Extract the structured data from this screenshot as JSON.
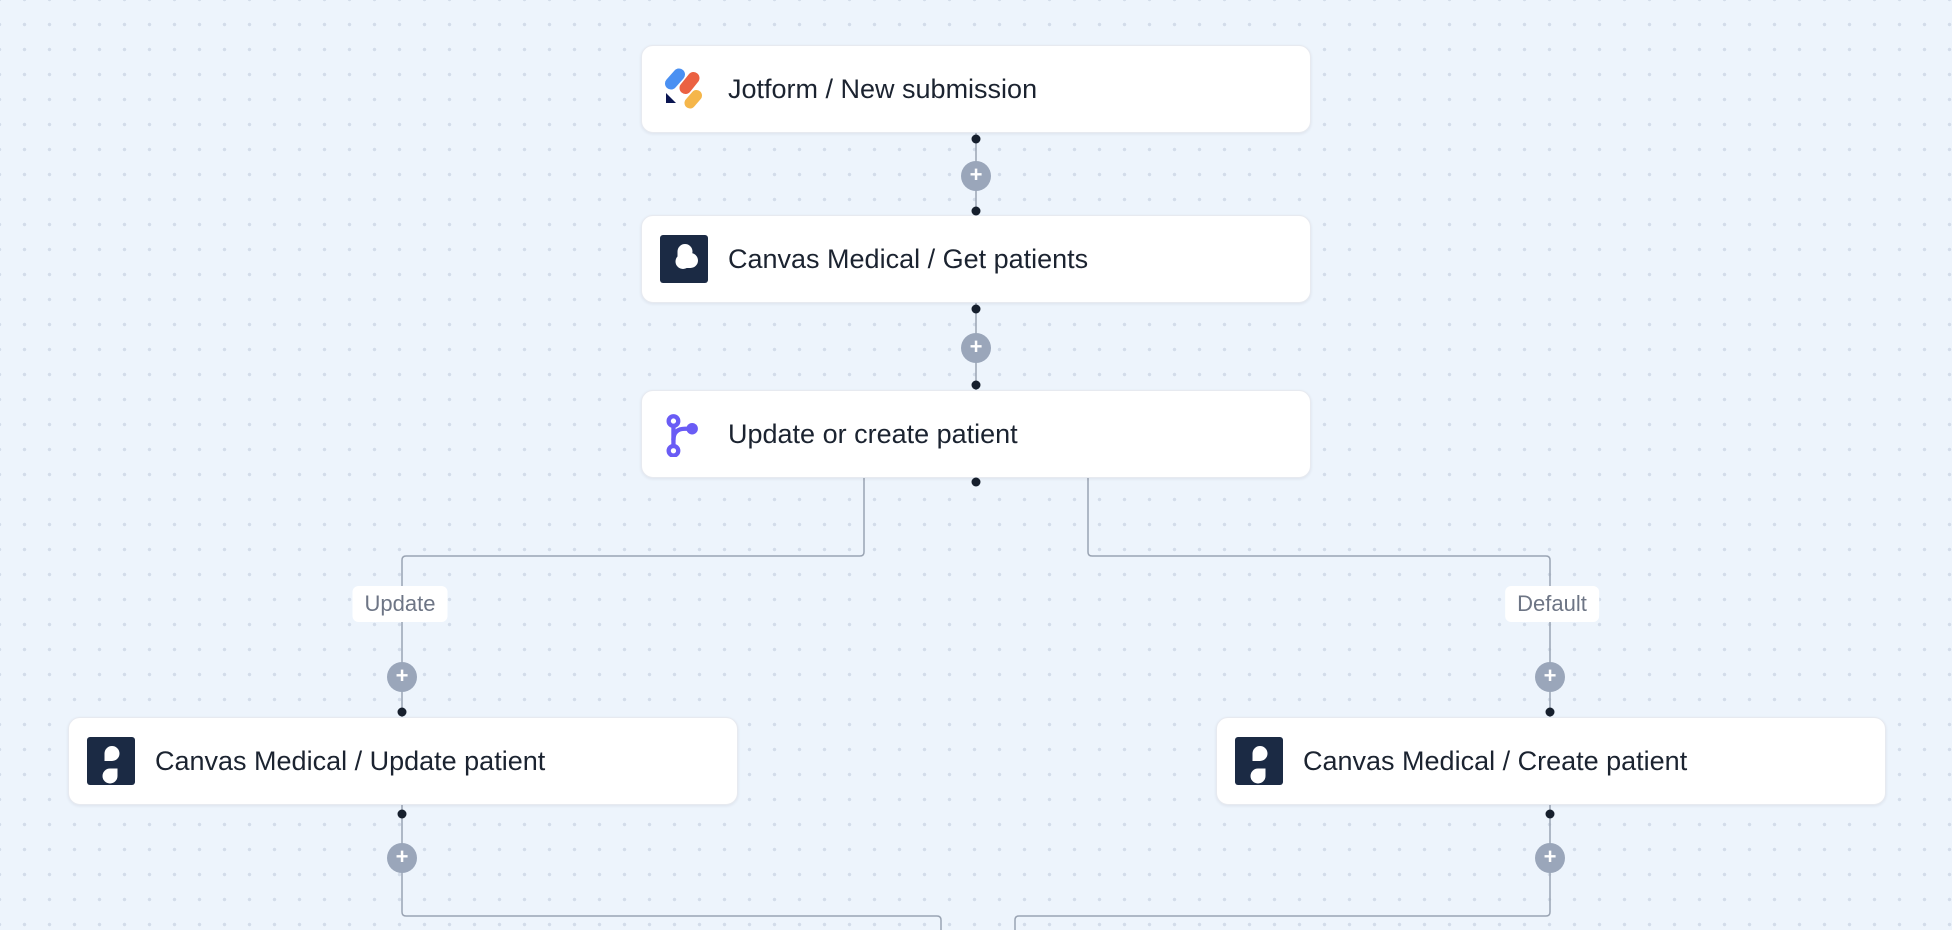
{
  "ui": {
    "plus_glyph": "+"
  },
  "nodes": [
    {
      "title": "Jotform / New submission",
      "icon": "jotform-logo-icon"
    },
    {
      "title": "Canvas Medical / Get patients",
      "icon": "canvas-medical-logo-icon"
    },
    {
      "title": "Update or create patient",
      "icon": "git-branch-icon"
    },
    {
      "title": "Canvas Medical / Update patient",
      "icon": "canvas-medical-logo-icon"
    },
    {
      "title": "Canvas Medical / Create patient",
      "icon": "canvas-medical-logo-icon"
    }
  ],
  "branches": [
    {
      "label": "Update"
    },
    {
      "label": "Default"
    }
  ],
  "colors": {
    "canvas_background": "#edf4fc",
    "grid_dot": "#c7d3e3",
    "node_background": "#ffffff",
    "node_border": "#e7eaf0",
    "node_title_text": "#1b2330",
    "connector_line": "#9aa4b3",
    "connector_port_dot": "#161f2d",
    "plus_button_background": "#9aa6ba",
    "plus_glyph": "#ffffff",
    "branch_label_text": "#6d7585",
    "jotform_blue": "#4a90f2",
    "jotform_orange": "#eb6142",
    "jotform_amber": "#f5b64a",
    "jotform_navy": "#0a1551",
    "canvas_medical_navy": "#1b2a44",
    "branch_icon_purple": "#6a5cf5"
  }
}
